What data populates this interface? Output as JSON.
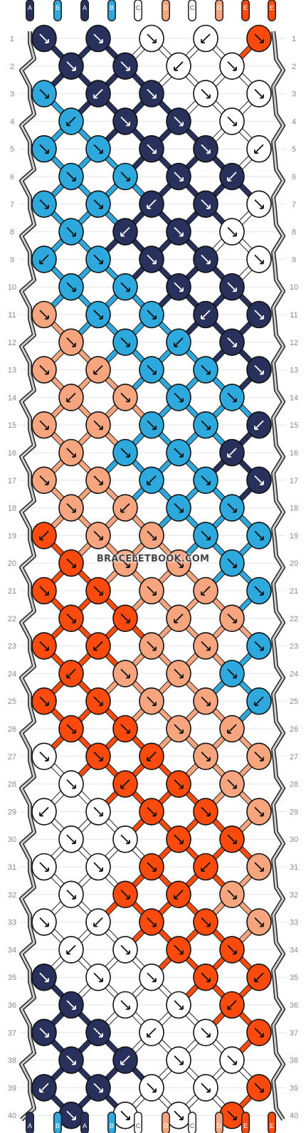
{
  "colors": {
    "A": "#28305c",
    "B": "#2ea9dd",
    "C": "#ffffff",
    "D": "#f7a57f",
    "E": "#ff4a0d"
  },
  "strands_top": [
    "A",
    "B",
    "A",
    "B",
    "C",
    "D",
    "C",
    "D",
    "E",
    "E"
  ],
  "strands_bottom": [
    "A",
    "B",
    "A",
    "B",
    "C",
    "D",
    "C",
    "D",
    "E",
    "E"
  ],
  "rows": [
    1,
    2,
    3,
    4,
    5,
    6,
    7,
    8,
    9,
    10,
    11,
    12,
    13,
    14,
    15,
    16,
    17,
    18,
    19,
    20,
    21,
    22,
    23,
    24,
    25,
    26,
    27,
    28,
    29,
    30,
    31,
    32,
    33,
    34,
    35,
    36,
    37,
    38,
    39,
    40
  ],
  "watermark": "BRACELETBOOK.COM",
  "knots": [
    [
      "A",
      "A",
      "C",
      "C",
      "E"
    ],
    [
      "A",
      "A",
      "C",
      "C"
    ],
    [
      "B",
      "A",
      "A",
      "C",
      "C"
    ],
    [
      "B",
      "A",
      "A",
      "C"
    ],
    [
      "B",
      "B",
      "A",
      "A",
      "C"
    ],
    [
      "B",
      "B",
      "A",
      "A"
    ],
    [
      "B",
      "B",
      "A",
      "A",
      "C"
    ],
    [
      "B",
      "A",
      "A",
      "C"
    ],
    [
      "B",
      "B",
      "A",
      "A",
      "C"
    ],
    [
      "B",
      "B",
      "A",
      "A"
    ],
    [
      "D",
      "B",
      "B",
      "A",
      "A"
    ],
    [
      "D",
      "B",
      "B",
      "A"
    ],
    [
      "D",
      "D",
      "B",
      "B",
      "A"
    ],
    [
      "D",
      "D",
      "B",
      "B"
    ],
    [
      "D",
      "D",
      "B",
      "B",
      "A"
    ],
    [
      "D",
      "B",
      "B",
      "A"
    ],
    [
      "D",
      "D",
      "B",
      "B",
      "A"
    ],
    [
      "D",
      "D",
      "B",
      "B"
    ],
    [
      "E",
      "D",
      "D",
      "B",
      "B"
    ],
    [
      "E",
      "D",
      "D",
      "B"
    ],
    [
      "E",
      "E",
      "D",
      "D",
      "B"
    ],
    [
      "E",
      "E",
      "D",
      "D"
    ],
    [
      "E",
      "E",
      "D",
      "D",
      "B"
    ],
    [
      "E",
      "D",
      "D",
      "B"
    ],
    [
      "E",
      "E",
      "D",
      "D",
      "B"
    ],
    [
      "E",
      "E",
      "D",
      "D"
    ],
    [
      "C",
      "E",
      "E",
      "D",
      "D"
    ],
    [
      "C",
      "E",
      "E",
      "D"
    ],
    [
      "C",
      "C",
      "E",
      "E",
      "D"
    ],
    [
      "C",
      "C",
      "E",
      "E"
    ],
    [
      "C",
      "C",
      "E",
      "E",
      "D"
    ],
    [
      "C",
      "E",
      "E",
      "D"
    ],
    [
      "C",
      "C",
      "E",
      "E",
      "D"
    ],
    [
      "C",
      "C",
      "E",
      "E"
    ],
    [
      "A",
      "C",
      "C",
      "E",
      "E"
    ],
    [
      "A",
      "C",
      "C",
      "E"
    ],
    [
      "A",
      "A",
      "C",
      "C",
      "E"
    ],
    [
      "A",
      "A",
      "C",
      "C"
    ],
    [
      "A",
      "A",
      "C",
      "C",
      "E"
    ],
    [
      "A",
      "C",
      "C",
      "E"
    ]
  ]
}
